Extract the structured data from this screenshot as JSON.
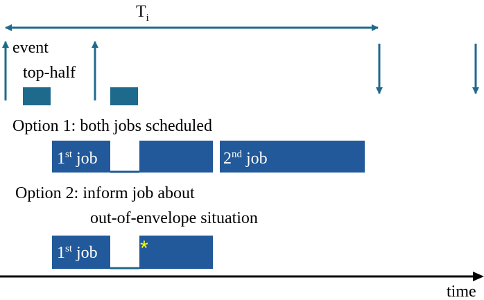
{
  "diagram": {
    "interval": {
      "symbol": "T",
      "subscript": "i"
    },
    "event_label": "event",
    "top_half_label": "top-half",
    "option1": {
      "label": "Option 1: both jobs scheduled",
      "job1": {
        "number": "1",
        "superscript": "st",
        "word": " job"
      },
      "job2": {
        "number": "2",
        "superscript": "nd",
        "word": " job"
      }
    },
    "option2": {
      "label_line1": "Option 2: inform job about",
      "label_line2": "out-of-envelope situation",
      "job1": {
        "number": "1",
        "superscript": "st",
        "word": " job"
      },
      "marker": "*"
    },
    "time_label": "time",
    "colors": {
      "job_block": "#21599a",
      "top_half_block": "#1e6a8c",
      "arrow": "#1e6a8c",
      "interval_arrow": "#1e6a8c",
      "marker": "#ffff00"
    }
  }
}
